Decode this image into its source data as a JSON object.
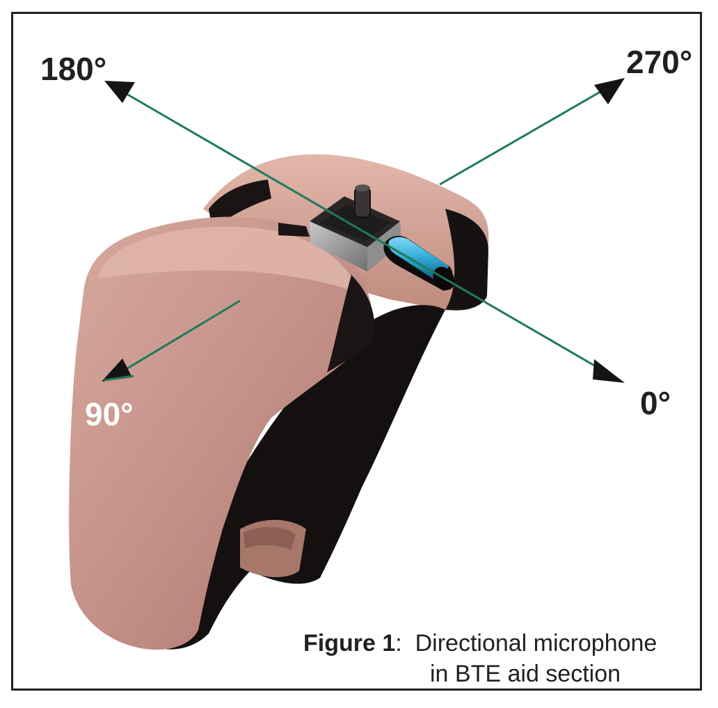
{
  "labels": {
    "angle_180": "180°",
    "angle_270": "270°",
    "angle_0": "0°",
    "angle_90": "90°"
  },
  "caption": {
    "figure_label": "Figure 1",
    "separator": ":",
    "line1": "Directional microphone",
    "line2": "in BTE aid section"
  },
  "colors": {
    "axis_green": "#1f7a5a",
    "shell_skin": "#c9968a",
    "shell_shadow": "#141010",
    "tube_blue": "#35b6e0",
    "frame_border": "#231f20",
    "text": "#231f20"
  }
}
